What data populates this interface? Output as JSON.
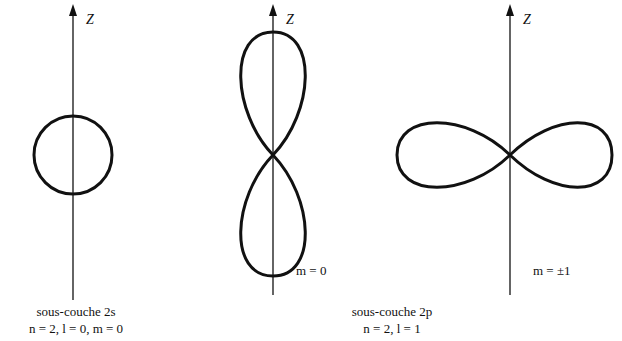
{
  "diagram": {
    "labels": [
      "Z",
      "Z",
      "Z",
      "m = 0",
      "m = ±1",
      "sous-couche 2s",
      "n = 2, l = 0, m = 0",
      "sous-couche 2p",
      "n = 2, l = 1"
    ]
  }
}
